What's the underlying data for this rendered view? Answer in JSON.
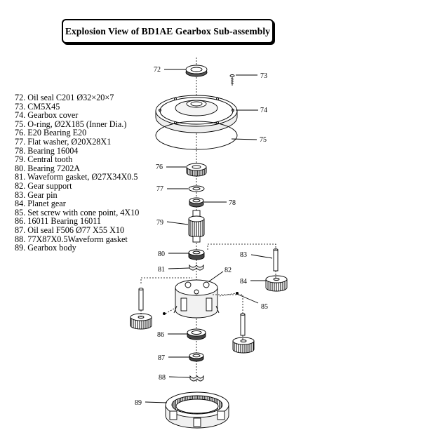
{
  "title": "Explosion View of BD1AE Gearbox Sub-assembly",
  "parts": [
    "72. Oil seal C201 Ø32×20×7",
    "73. CM5X45",
    "74. Gearbox cover",
    "75. O-ring, Ø2X185 (Inner Dia.)",
    "76. E20 Bearing E20",
    "77. Flat washer, Ø20X28X1",
    "78. Bearing 16004",
    "79. Central tooth",
    "80. Bearing 7202A",
    "81. Waveform gasket, Ø27X34X0.5",
    "82. Gear support",
    "83. Gear pin",
    "84. Planet gear",
    "85. Set screw with cone point, 4X10",
    "86. 16011 Bearing 16011",
    "87. Oil seal F506 Ø77 X55 X10",
    "88. 77X87X0.5Waveform gasket",
    "89. Gearbox body"
  ],
  "callouts": {
    "c72": "72",
    "c73": "73",
    "c74": "74",
    "c75": "75",
    "c76": "76",
    "c77": "77",
    "c78": "78",
    "c79": "79",
    "c80": "80",
    "c81": "81",
    "c82": "82",
    "c83": "83",
    "c84": "84",
    "c85": "85",
    "c86": "86",
    "c87": "87",
    "c88": "88",
    "c89": "89"
  }
}
